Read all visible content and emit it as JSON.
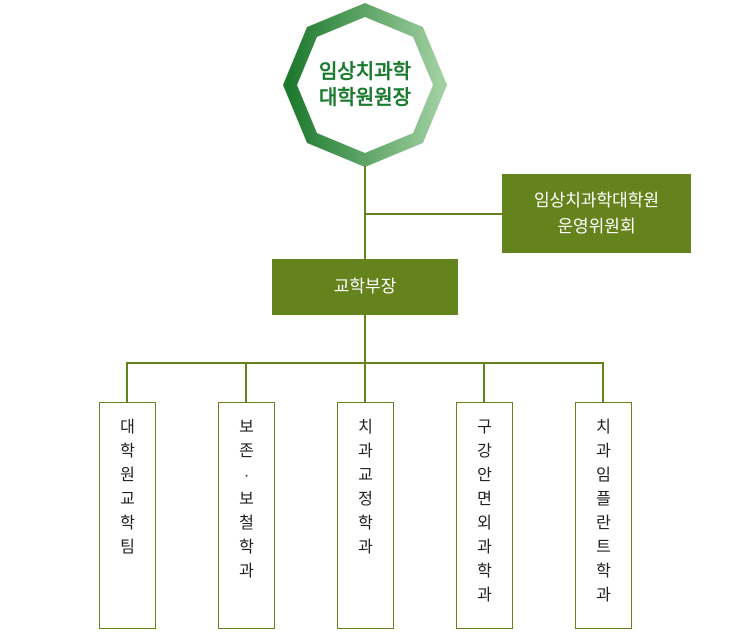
{
  "colors": {
    "olive": "#64831c",
    "octagon-dark": "#1e7a2f",
    "octagon-light": "#a0cfa0",
    "director-text": "#1a7a2e",
    "dept-text": "#222222"
  },
  "director": {
    "title": "임상치과학\n대학원원장"
  },
  "committee": {
    "label": "임상치과학대학원\n운영위원회"
  },
  "dean": {
    "label": "교학부장"
  },
  "departments": [
    {
      "label": "대학원교학팀"
    },
    {
      "label": "보존·보철학과"
    },
    {
      "label": "치과교정학과"
    },
    {
      "label": "구강안면외과학과"
    },
    {
      "label": "치과임플란트학과"
    }
  ]
}
